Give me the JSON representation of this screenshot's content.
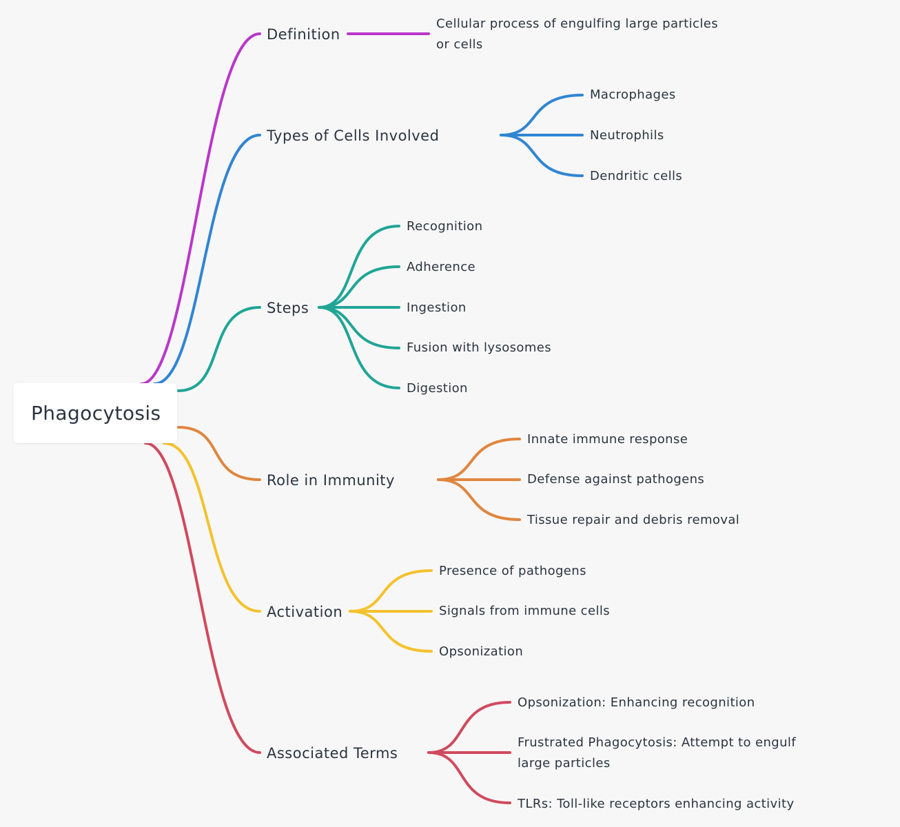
{
  "root": {
    "label": "Phagocytosis"
  },
  "branches": [
    {
      "label": "Definition",
      "color": "#b938c9",
      "children": [
        "Cellular process of engulfing large particles or cells"
      ]
    },
    {
      "label": "Types of Cells Involved",
      "color": "#3185d3",
      "children": [
        "Macrophages",
        "Neutrophils",
        "Dendritic cells"
      ]
    },
    {
      "label": "Steps",
      "color": "#1fa596",
      "children": [
        "Recognition",
        "Adherence",
        "Ingestion",
        "Fusion with lysosomes",
        "Digestion"
      ]
    },
    {
      "label": "Role in Immunity",
      "color": "#e0863f",
      "children": [
        "Innate immune response",
        "Defense against pathogens",
        "Tissue repair and debris removal"
      ]
    },
    {
      "label": "Activation",
      "color": "#f3c22d",
      "children": [
        "Presence of pathogens",
        "Signals from immune cells",
        "Opsonization"
      ]
    },
    {
      "label": "Associated Terms",
      "color": "#d04a5e",
      "children": [
        "Opsonization: Enhancing recognition",
        "Frustrated Phagocytosis: Attempt to engulf large particles",
        "TLRs: Toll-like receptors enhancing activity"
      ]
    }
  ]
}
